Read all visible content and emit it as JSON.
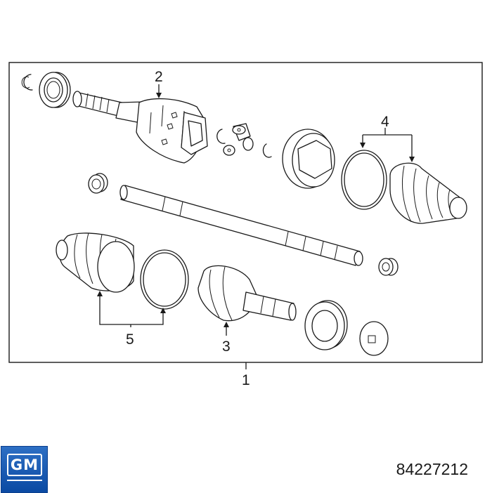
{
  "diagram": {
    "callouts": {
      "c1": "1",
      "c2": "2",
      "c3": "3",
      "c4": "4",
      "c5": "5"
    }
  },
  "footer": {
    "logo_text": "GM",
    "part_number": "84227212"
  },
  "colors": {
    "line": "#1a1a1a",
    "logo_blue": "#0b4aa3"
  }
}
